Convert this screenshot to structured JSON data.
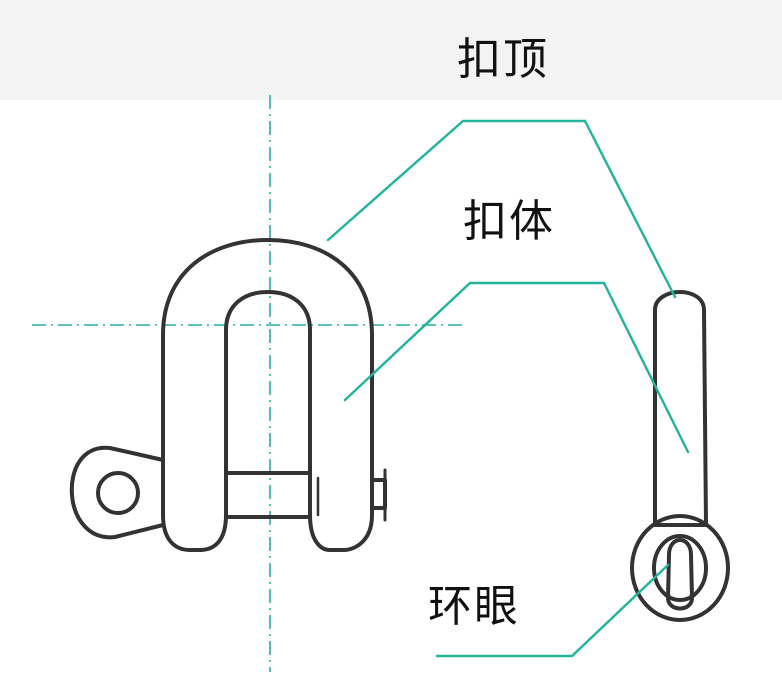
{
  "labels": {
    "crown": "扣顶",
    "body": "扣体",
    "eye": "环眼"
  },
  "colors": {
    "leader_line": "#22b39a",
    "center_line": "#2aaea0",
    "outline": "#333333"
  }
}
